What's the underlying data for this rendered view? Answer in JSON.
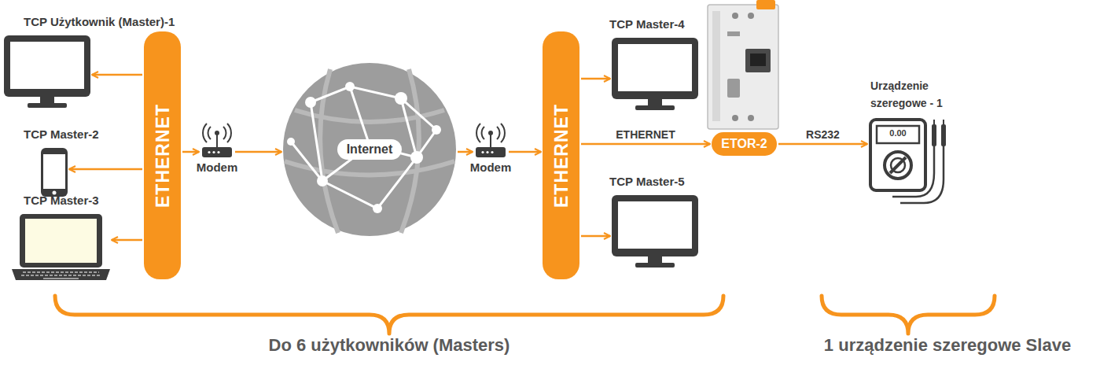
{
  "diagram": {
    "nodes": [
      {
        "text": [
          "TCP Użytkownik (Master)-1"
        ]
      },
      {
        "text": [
          "TCP Master-2"
        ]
      },
      {
        "text": [
          "TCP Master-3"
        ]
      },
      {
        "text": [
          "ETHERNET"
        ]
      },
      {
        "text": [
          "Modem"
        ]
      },
      {
        "text": [
          "Internet"
        ]
      },
      {
        "text": [
          "Modem"
        ]
      },
      {
        "text": [
          "ETHERNET"
        ]
      },
      {
        "text": [
          "TCP Master-4"
        ]
      },
      {
        "text": [
          "ETOR-2"
        ]
      },
      {
        "text": [
          "TCP Master-5"
        ]
      },
      {
        "text": [
          "Urządzenie szeregowe - 1"
        ]
      }
    ],
    "edges": [
      {
        "from": 3,
        "to": 0,
        "arrow": "to"
      },
      {
        "from": 3,
        "to": 1,
        "arrow": "to"
      },
      {
        "from": 3,
        "to": 2,
        "arrow": "to"
      },
      {
        "from": 3,
        "to": 4,
        "arrow": "to"
      },
      {
        "from": 4,
        "to": 5,
        "arrow": "to"
      },
      {
        "from": 5,
        "to": 6,
        "arrow": "to"
      },
      {
        "from": 6,
        "to": 7,
        "arrow": "to"
      },
      {
        "from": 7,
        "to": 8,
        "arrow": "to"
      },
      {
        "from": 7,
        "to": 9,
        "label": "ETHERNET",
        "arrow": "to"
      },
      {
        "from": 7,
        "to": 10,
        "arrow": "to"
      },
      {
        "from": 9,
        "to": 11,
        "label": "RS232",
        "arrow": "to"
      }
    ],
    "labels": [
      "Do 6 użytkowników (Masters)",
      "1 urządzenie szeregowe Slave",
      "0.00"
    ]
  }
}
